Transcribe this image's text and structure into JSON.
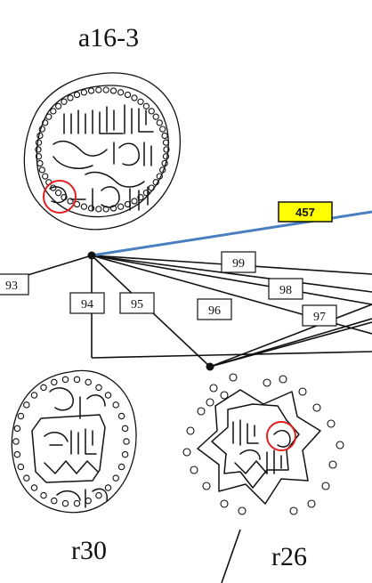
{
  "figure": {
    "title": "a16-3",
    "coin_labels": {
      "bottom_left": "r30",
      "bottom_right": "r26"
    },
    "highlight_label": "457",
    "highlight_colors": {
      "fill": "#ffff00",
      "edge": "#4a7fbf",
      "circle": "#e02020"
    },
    "edge_labels": [
      "93",
      "94",
      "95",
      "96",
      "97",
      "98",
      "99"
    ]
  }
}
